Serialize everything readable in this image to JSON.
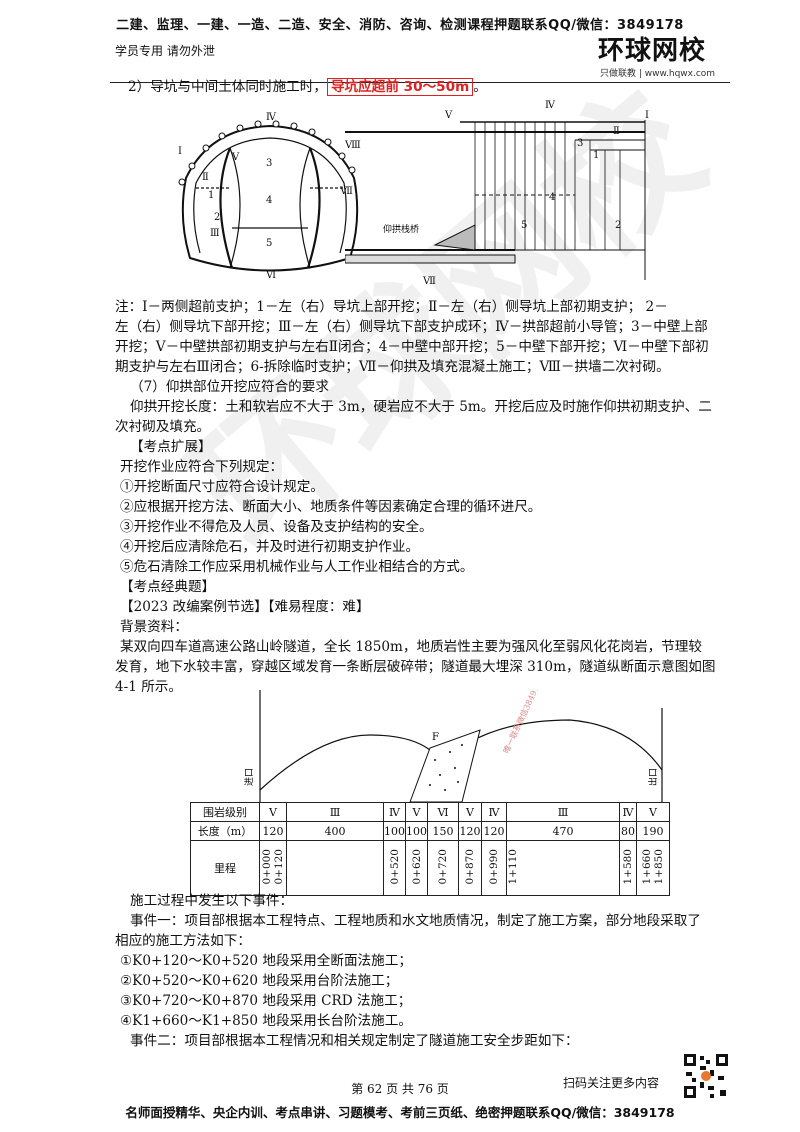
{
  "header": {
    "top_banner": "二建、监理、一建、一造、二造、安全、消防、咨询、检测课程押题联系QQ/微信：3849178",
    "left_note": "学员专用 请勿外泄",
    "logo_text": "环球网校",
    "logo_sub": "只做联教 | www.hqwx.com"
  },
  "content": {
    "line_intro_a": "2）导坑与中间土体同时施工时，",
    "line_intro_b": "导坑应超前 30～50m",
    "line_intro_c": "。",
    "notes": [
      "注：Ⅰ－两侧超前支护；1－左（右）导坑上部开挖；Ⅱ－左（右）侧导坑上部初期支护； 2－",
      "左（右）侧导坑下部开挖；Ⅲ－左（右）侧导坑下部支护成环；Ⅳ－拱部超前小导管；3－中壁上部",
      "开挖；Ⅴ－中壁拱部初期支护与左右Ⅱ闭合；4－中壁中部开挖；5－中壁下部开挖；Ⅵ－中壁下部初",
      "期支护与左右Ⅲ闭合；6-拆除临时支护；Ⅶ－仰拱及填充混凝土施工；Ⅷ－拱墙二次衬砌。"
    ],
    "section7_title": "（7）仰拱部位开挖应符合的要求",
    "section7_body": [
      "仰拱开挖长度：土和软岩应不大于 3m，硬岩应不大于 5m。开挖后应及时施作仰拱初期支护、二",
      "次衬砌及填充。"
    ],
    "ext_title": "【考点扩展】",
    "ext_intro": "开挖作业应符合下列规定：",
    "ext_items": [
      "①开挖断面尺寸应符合设计规定。",
      "②应根据开挖方法、断面大小、地质条件等因素确定合理的循环进尺。",
      "③开挖作业不得危及人员、设备及支护结构的安全。",
      "④开挖后应清除危石，并及时进行初期支护作业。",
      "⑤危石清除工作应采用机械作业与人工作业相结合的方式。"
    ],
    "classic_title": "【考点经典题】",
    "case_source": "【2023 改编案例节选】【难易程度：难】",
    "bg_title": "背景资料：",
    "bg_body": [
      "某双向四车道高速公路山岭隧道，全长 1850m，地质岩性主要为强风化至弱风化花岗岩，节理较",
      "发育，地下水较丰富，穿越区域发育一条断层破碎带；隧道最大埋深 310m，隧道纵断面示意图如图",
      "4-1 所示。"
    ],
    "events_intro": "施工过程中发生以下事件：",
    "event1": [
      "事件一：项目部根据本工程特点、工程地质和水文地质情况，制定了施工方案，部分地段采取了",
      "相应的施工方法如下："
    ],
    "event1_items": [
      "①K0+120～K0+520 地段采用全断面法施工；",
      "②K0+520～K0+620 地段采用台阶法施工；",
      "③K0+720～K0+870 地段采用 CRD 法施工；",
      "④K1+660～K1+850 地段采用长台阶法施工。"
    ],
    "event2": "事件二：项目部根据本工程情况和相关规定制定了隧道施工安全步距如下："
  },
  "figure_tunnel": {
    "roman": [
      "Ⅰ",
      "Ⅱ",
      "Ⅲ",
      "Ⅳ",
      "Ⅴ",
      "Ⅵ",
      "Ⅶ",
      "Ⅷ"
    ],
    "nums": [
      "1",
      "2",
      "3",
      "4",
      "5"
    ],
    "bridge_label": "仰拱栈桥"
  },
  "profile": {
    "fault_label": "F",
    "entrance": "进口",
    "exit": "出口",
    "wm_text": "唯一联系微信3849178",
    "table": {
      "row1_label": "围岩级别",
      "row2_label": "长度（m）",
      "row3_label": "里程",
      "grades": [
        "Ⅴ",
        "Ⅲ",
        "Ⅳ",
        "Ⅴ",
        "Ⅵ",
        "Ⅴ",
        "Ⅳ",
        "Ⅲ",
        "Ⅳ",
        "Ⅴ"
      ],
      "lengths": [
        "120",
        "400",
        "100",
        "100",
        "150",
        "120",
        "120",
        "470",
        "80",
        "190"
      ],
      "mileage": [
        "0+000",
        "0+120",
        "0+520",
        "0+620",
        "0+720",
        "0+870",
        "0+990",
        "1+110",
        "1+580",
        "1+660",
        "1+850"
      ]
    }
  },
  "footer": {
    "qr_text": "扫码关注更多内容",
    "page": "第 62 页 共 76 页",
    "bottom": "名师面授精华、央企内训、考点串讲、习题模考、考前三页纸、绝密押题联系QQ/微信：3849178"
  },
  "watermark_text": "环球网校"
}
